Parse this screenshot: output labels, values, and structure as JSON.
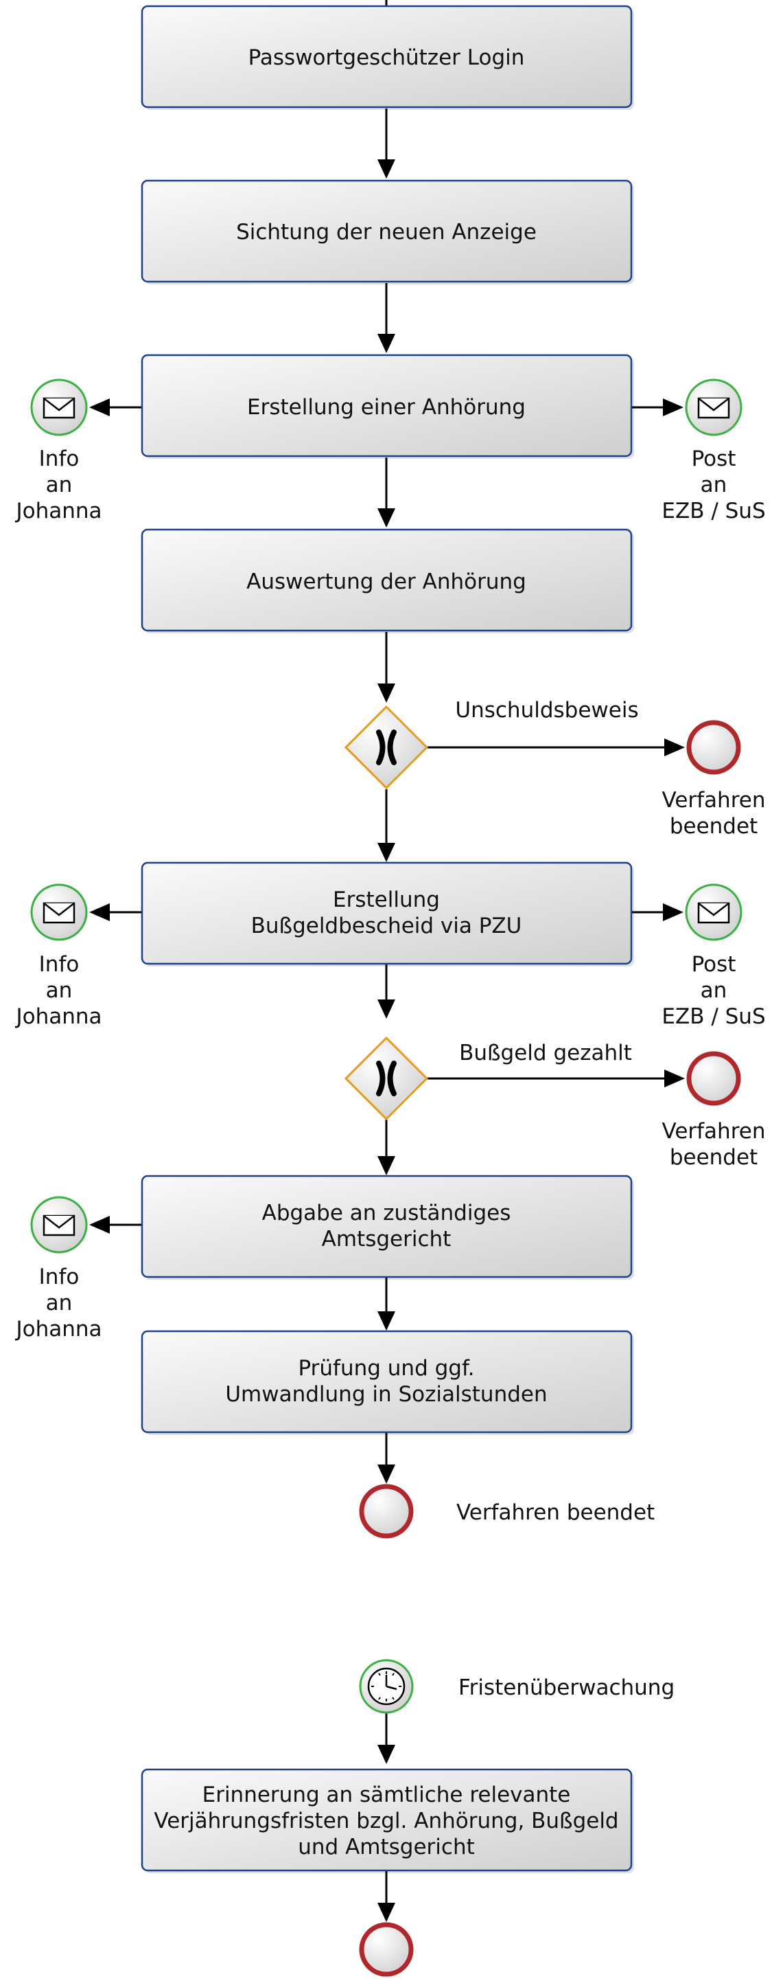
{
  "tasks": {
    "login": [
      "Passwortgeschützer Login"
    ],
    "sichtung": [
      "Sichtung der neuen Anzeige"
    ],
    "anhoerung": [
      "Erstellung einer Anhörung"
    ],
    "auswertung": [
      "Auswertung der Anhörung"
    ],
    "bussgeld": [
      "Erstellung",
      "Bußgeldbescheid via PZU"
    ],
    "abgabe": [
      "Abgabe an zuständiges",
      "Amtsgericht"
    ],
    "pruefung": [
      "Prüfung und ggf.",
      "Umwandlung in Sozialstunden"
    ],
    "erinnerung": [
      "Erinnerung an sämtliche relevante",
      "Verjährungsfristen bzgl. Anhörung, Bußgeld",
      "und Amtsgericht"
    ]
  },
  "messages": {
    "info": [
      "Info",
      "an",
      "Johanna"
    ],
    "post": [
      "Post",
      "an",
      "EZB / SuS"
    ]
  },
  "gateways": {
    "unschuld_label": "Unschuldsbeweis",
    "bussgeld_label": "Bußgeld gezahlt"
  },
  "end_events": {
    "verfahren_beendet": [
      "Verfahren",
      "beendet"
    ],
    "verfahren_beendet_single": "Verfahren beendet"
  },
  "timer": {
    "label": "Fristenüberwachung"
  },
  "colors": {
    "task_border": "#1f3f8f",
    "start_event": "#3cb043",
    "end_event": "#b0272c",
    "gateway": "#e69a1e"
  },
  "icons": [
    "envelope-icon",
    "clock-icon",
    "gateway-x-icon"
  ]
}
